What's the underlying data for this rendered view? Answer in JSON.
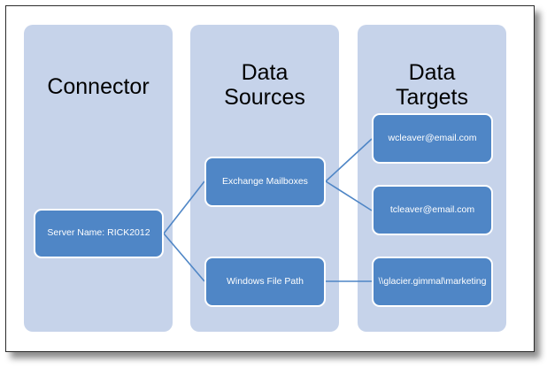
{
  "diagram": {
    "columns": [
      {
        "id": "connector",
        "title": "Connector"
      },
      {
        "id": "data-sources",
        "title": "Data\nSources"
      },
      {
        "id": "data-targets",
        "title": "Data\nTargets"
      }
    ],
    "column_titles": {
      "connector": "Connector",
      "sources_line1": "Data",
      "sources_line2": "Sources",
      "targets_line1": "Data",
      "targets_line2": "Targets"
    },
    "nodes": {
      "server": "Server Name: RICK2012",
      "exchange": "Exchange Mailboxes",
      "filepath": "Windows File Path",
      "wcleaver": "wcleaver@email.com",
      "tcleaver": "tcleaver@email.com",
      "unc_path": "\\\\glacier.gimmal\\marketing"
    },
    "colors": {
      "panel": "#c6d3ea",
      "node": "#4f86c6",
      "node_border": "#ffffff",
      "line": "#4f86c6",
      "frame": "#2b2b2b",
      "background": "#ffffff",
      "title_text": "#000000",
      "node_text": "#ffffff"
    },
    "connections": [
      {
        "from": "server",
        "to": "exchange"
      },
      {
        "from": "server",
        "to": "filepath"
      },
      {
        "from": "exchange",
        "to": "wcleaver"
      },
      {
        "from": "exchange",
        "to": "tcleaver"
      },
      {
        "from": "filepath",
        "to": "unc_path"
      }
    ]
  }
}
